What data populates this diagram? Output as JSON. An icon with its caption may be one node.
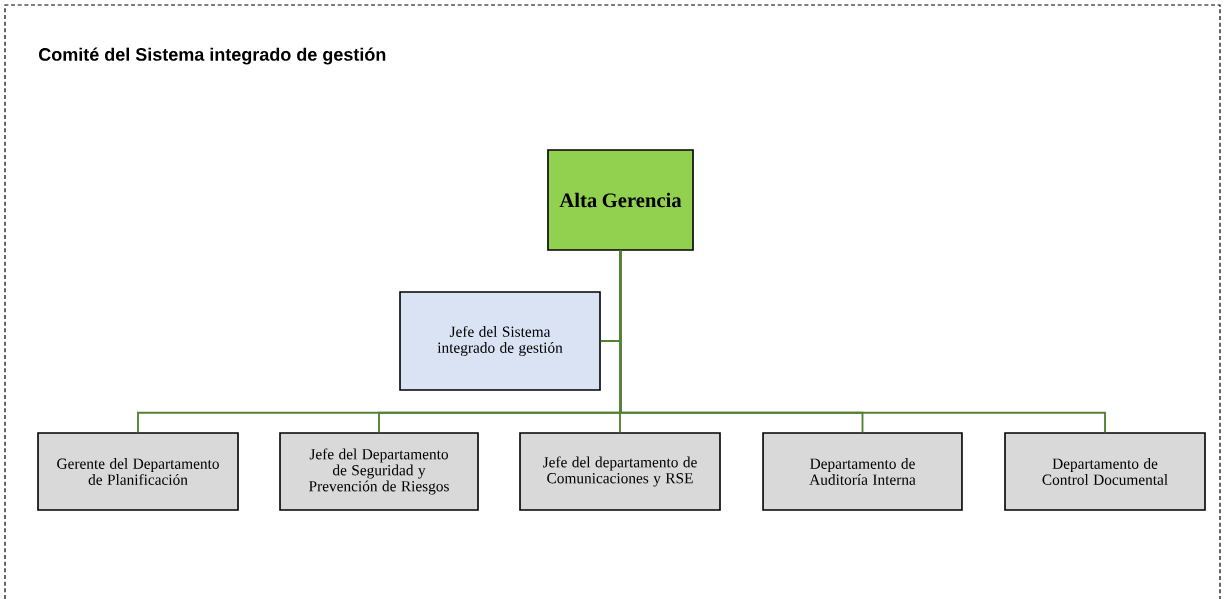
{
  "diagram": {
    "title": "Comité del Sistema integrado de gestión",
    "nodes": [
      {
        "text": [
          "Alta Gerencia"
        ]
      },
      {
        "text": [
          "Jefe del Sistema integrado de gestión"
        ]
      },
      {
        "text": [
          "Gerente del Departamento de Planificación"
        ]
      },
      {
        "text": [
          "Jefe del Departamento de Seguridad y Prevención de Riesgos"
        ]
      },
      {
        "text": [
          "Jefe del departamento de Comunicaciones y RSE"
        ]
      },
      {
        "text": [
          "Departamento de Auditoría Interna"
        ]
      },
      {
        "text": [
          "Departamento de Control Documental"
        ]
      }
    ],
    "edges": [
      {
        "from": 0,
        "to": 1,
        "arrow": "none"
      },
      {
        "from": 0,
        "to": 2,
        "arrow": "none"
      },
      {
        "from": 0,
        "to": 3,
        "arrow": "none"
      },
      {
        "from": 0,
        "to": 4,
        "arrow": "none"
      },
      {
        "from": 0,
        "to": 5,
        "arrow": "none"
      },
      {
        "from": 0,
        "to": 6,
        "arrow": "none"
      }
    ]
  }
}
